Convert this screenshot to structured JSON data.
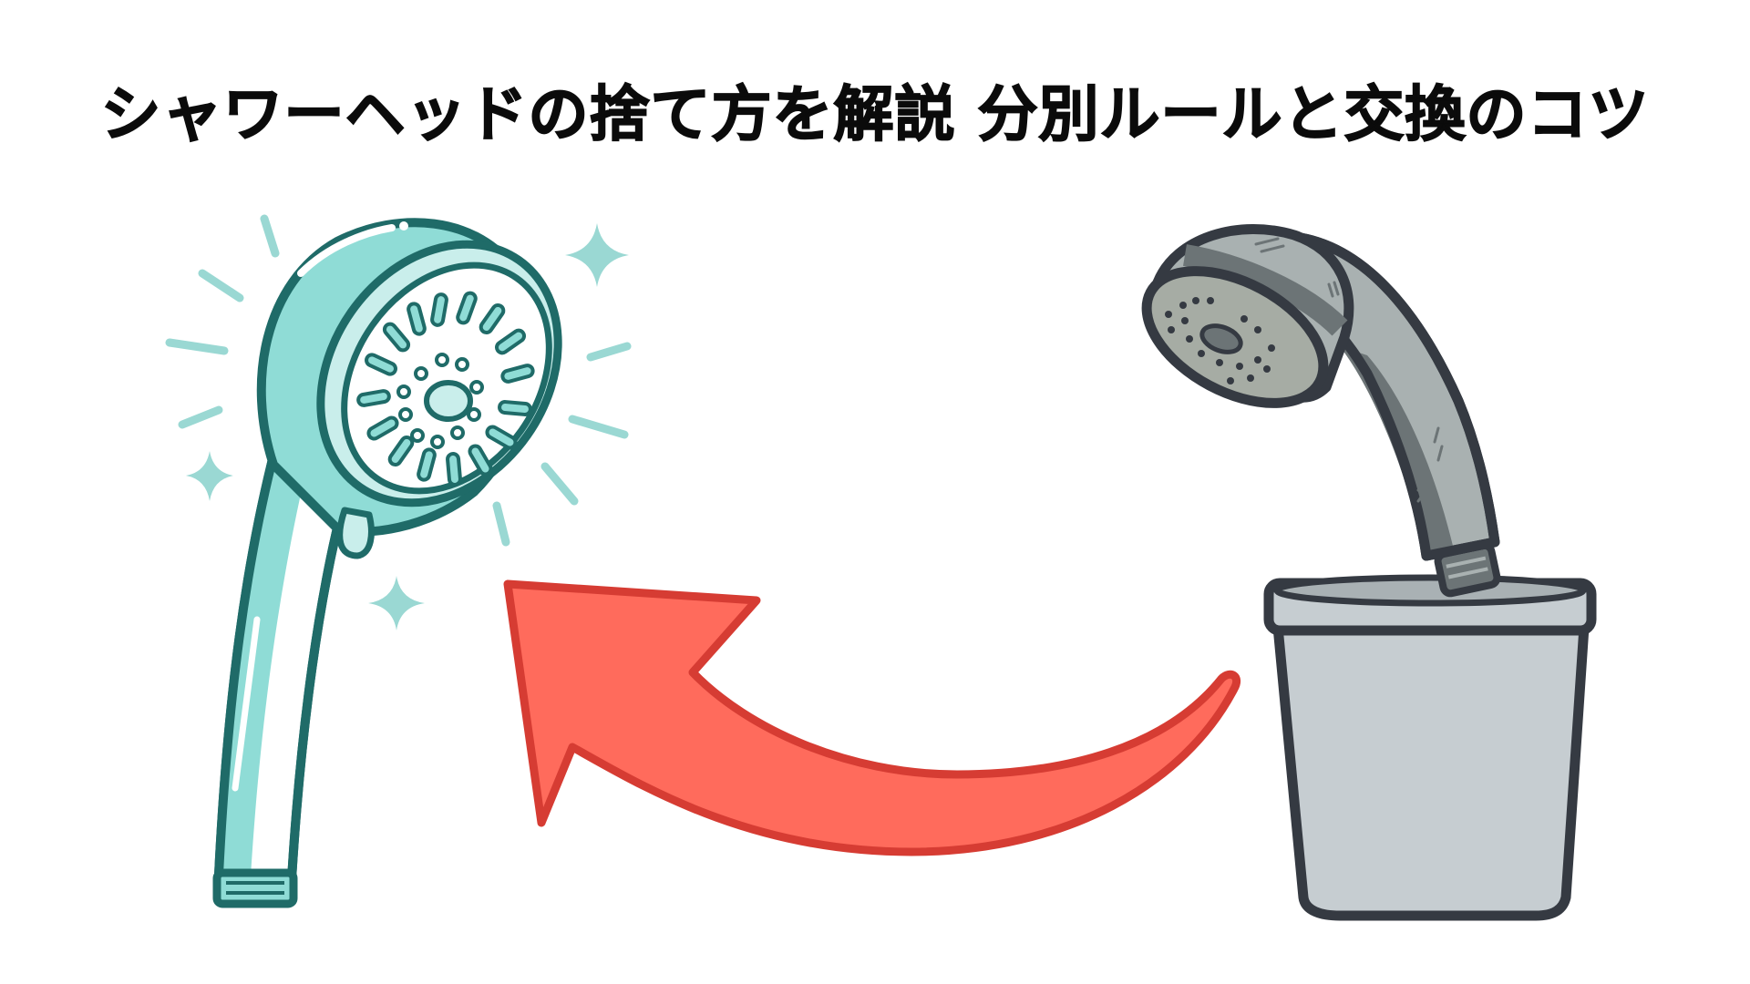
{
  "header": {
    "title": "シャワーヘッドの捨て方を解説 分別ルールと交換のコツ"
  },
  "illustration": {
    "new_item": "new-shower-head",
    "old_item": "old-shower-head",
    "container": "trash-bin",
    "direction": "old-to-new",
    "colors": {
      "new_fill": "#8fdcd6",
      "new_light": "#c9eeeb",
      "new_outline": "#1f6b68",
      "sparkle": "#9ad8d3",
      "old_fill": "#a9b1b1",
      "old_dark": "#6c7476",
      "old_outline": "#353a42",
      "bin_fill": "#c6cdd1",
      "arrow_fill": "#ff6b5c",
      "arrow_outline": "#d63c33"
    }
  }
}
